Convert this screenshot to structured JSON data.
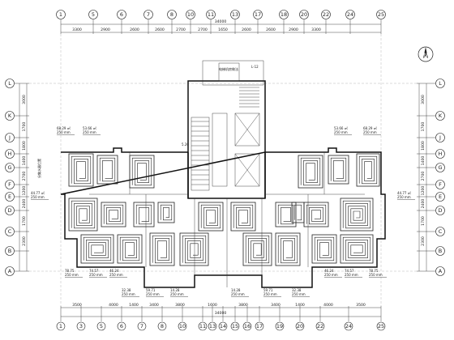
{
  "top_axes": [
    "1",
    "5",
    "6",
    "7",
    "8",
    "10",
    "11",
    "13",
    "17",
    "18",
    "20",
    "22",
    "24",
    "25"
  ],
  "top_dims": [
    "3300",
    "2900",
    "2600",
    "2600",
    "2700",
    "2700",
    "1650",
    "2600",
    "2600",
    "2900",
    "3300"
  ],
  "top_total": "34000",
  "bottom_axes": [
    "1",
    "3",
    "5",
    "6",
    "7",
    "8",
    "10",
    "11",
    "13",
    "14",
    "15",
    "16",
    "17",
    "19",
    "20",
    "22",
    "24",
    "25"
  ],
  "bottom_dims": [
    "3500",
    "4000",
    "1400",
    "3400",
    "3800",
    "1600",
    "3800",
    "3400",
    "1400",
    "4000",
    "3500"
  ],
  "bottom_total": "34000",
  "left_axes": [
    "L",
    "K",
    "J",
    "H",
    "G",
    "F",
    "E",
    "D",
    "C",
    "B",
    "A"
  ],
  "right_axes": [
    "L",
    "K",
    "J",
    "H",
    "G",
    "F",
    "E",
    "D",
    "C",
    "B",
    "A"
  ],
  "left_dims": [
    "3000",
    "1700",
    "1800",
    "1400",
    "2700",
    "1200",
    "2400",
    "1700",
    "2300"
  ],
  "north_label": "N",
  "core_note": "电梯机房做法",
  "top_center_note": "L-12",
  "stair_label": "5.20",
  "room_labels": [
    {
      "text": "68.29 ㎡",
      "anchor": "top-left-room-1"
    },
    {
      "text": "53.66 ㎡",
      "anchor": "top-left-room-2"
    },
    {
      "text": "53.66 ㎡",
      "anchor": "top-right-room-2"
    },
    {
      "text": "68.29 ㎡",
      "anchor": "top-right-room-1"
    },
    {
      "text": "44.77 ㎡",
      "anchor": "left-mid"
    },
    {
      "text": "44.77 ㎡",
      "anchor": "right-mid"
    },
    {
      "text": "78.75",
      "anchor": "bottom-left-1"
    },
    {
      "text": "74.57",
      "anchor": "bottom-left-2"
    },
    {
      "text": "46.24",
      "anchor": "bottom-left-3"
    },
    {
      "text": "46.24",
      "anchor": "bottom-right-3"
    },
    {
      "text": "74.57",
      "anchor": "bottom-right-2"
    },
    {
      "text": "78.75",
      "anchor": "bottom-right-1"
    },
    {
      "text": "32.38",
      "anchor": "bottom-row2-1"
    },
    {
      "text": "59.71",
      "anchor": "bottom-row2-2"
    },
    {
      "text": "14.28",
      "anchor": "bottom-row2-3"
    },
    {
      "text": "14.28",
      "anchor": "bottom-row2-4"
    },
    {
      "text": "59.71",
      "anchor": "bottom-row2-5"
    },
    {
      "text": "32.38",
      "anchor": "bottom-row2-6"
    }
  ],
  "spacing_label": "250 mm",
  "side_note_left": "分集水器位置"
}
